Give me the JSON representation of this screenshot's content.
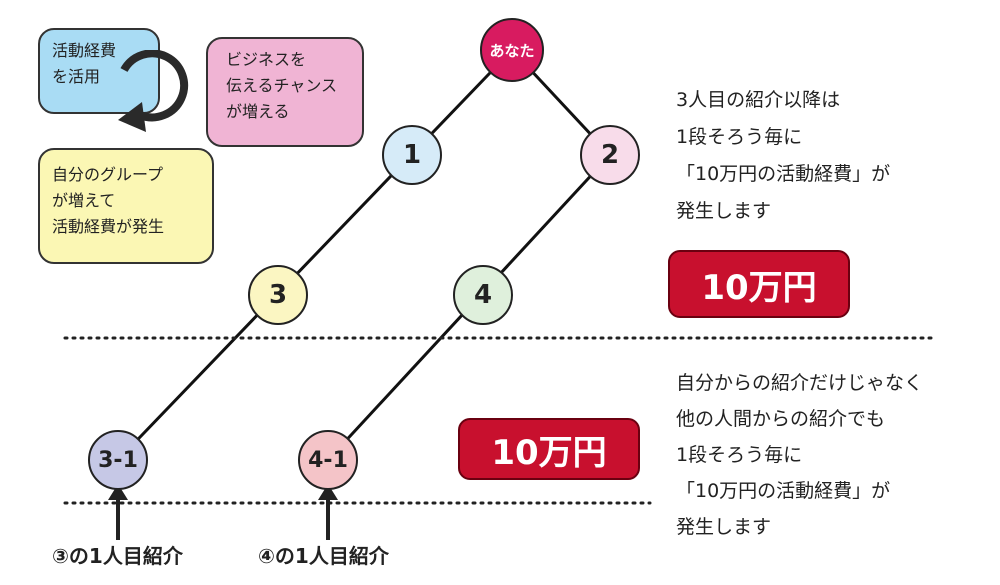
{
  "cycle": {
    "box_blue": [
      "活動経費",
      "を活用"
    ],
    "box_pink": [
      "ビジネスを",
      "伝えるチャンス",
      "が増える"
    ],
    "box_yellow": [
      "自分のグループ",
      "が増えて",
      "活動経費が発生"
    ]
  },
  "nodes": {
    "you": "あなた",
    "n1": "1",
    "n2": "2",
    "n3": "3",
    "n4": "4",
    "n31": "3-1",
    "n41": "4-1"
  },
  "colors": {
    "you": "#d81b60",
    "n1": "#d6ebf8",
    "n2": "#f8dcea",
    "n3": "#fbf6c2",
    "n4": "#dff0dc",
    "n31": "#c6c8e6",
    "n41": "#f4c4c8",
    "red": "#c8102e"
  },
  "badges": {
    "upper": "10万円",
    "lower": "10万円"
  },
  "right_text_1": [
    "3人目の紹介以降は",
    "1段そろう毎に",
    "「10万円の活動経費」が",
    "発生します"
  ],
  "right_text_2": [
    "自分からの紹介だけじゃなく",
    "他の人間からの紹介でも",
    "1段そろう毎に",
    "「10万円の活動経費」が",
    "発生します"
  ],
  "labels": {
    "l3": "③の1人目紹介",
    "l4": "④の1人目紹介"
  }
}
